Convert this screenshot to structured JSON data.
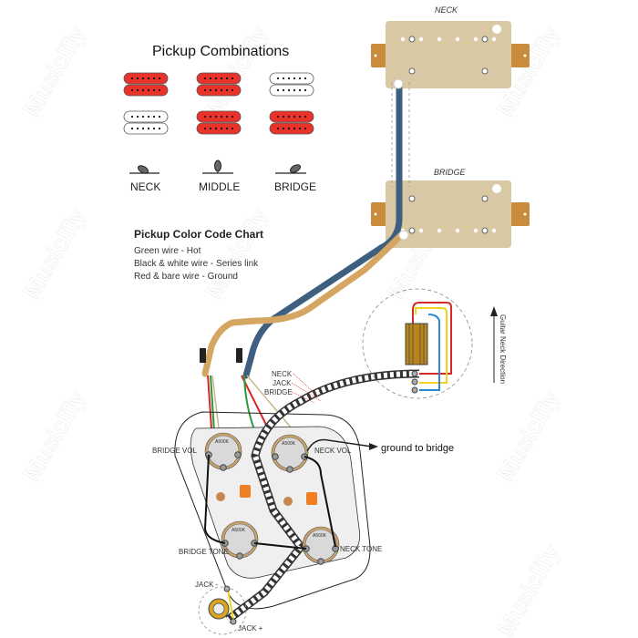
{
  "watermark": {
    "text": "Musiclily"
  },
  "pickup_combinations": {
    "title": "Pickup Combinations",
    "combos": [
      {
        "name": "neck",
        "top_row": "red",
        "bottom_row": "white"
      },
      {
        "name": "middle",
        "top_row": "red",
        "bottom_row": "red"
      },
      {
        "name": "bridge",
        "top_row": "white",
        "bottom_row": "red"
      }
    ],
    "selector_positions": [
      {
        "label": "NECK",
        "icon": "toggle-left-icon"
      },
      {
        "label": "MIDDLE",
        "icon": "toggle-center-icon"
      },
      {
        "label": "BRIDGE",
        "icon": "toggle-right-icon"
      }
    ],
    "colors": {
      "active": "#e8322b",
      "inactive": "#ffffff"
    }
  },
  "color_code_chart": {
    "title": "Pickup Color Code Chart",
    "items": [
      "Green wire - Hot",
      "Black & white wire - Series link",
      "Red & bare wire - Ground"
    ]
  },
  "pickups": {
    "neck": {
      "label": "NECK"
    },
    "bridge": {
      "label": "BRIDGE"
    },
    "cover_color": "#d8c8a4",
    "mount_color": "#c98b3c"
  },
  "cables": {
    "neck_cable_color": "#3f5f80",
    "bridge_cable_color": "#d4a661"
  },
  "switch_callout": {
    "labels": [
      "NECK",
      "JACK",
      "BRIDGE"
    ],
    "direction_label": "Guitar Neck Direction",
    "wire_colors": {
      "red": "#d42a2a",
      "yellow": "#f2d21c",
      "blue": "#2a8ad4"
    }
  },
  "controls": {
    "bridge_vol": "BRIDGE  VOL",
    "neck_vol": "NECK  VOL",
    "bridge_tone": "BRIDGE  TONE",
    "neck_tone": "NECK  TONE",
    "pot_value": "A500K",
    "ground_note": "ground to bridge"
  },
  "jack": {
    "minus": "JACK -",
    "plus": "JACK +"
  }
}
